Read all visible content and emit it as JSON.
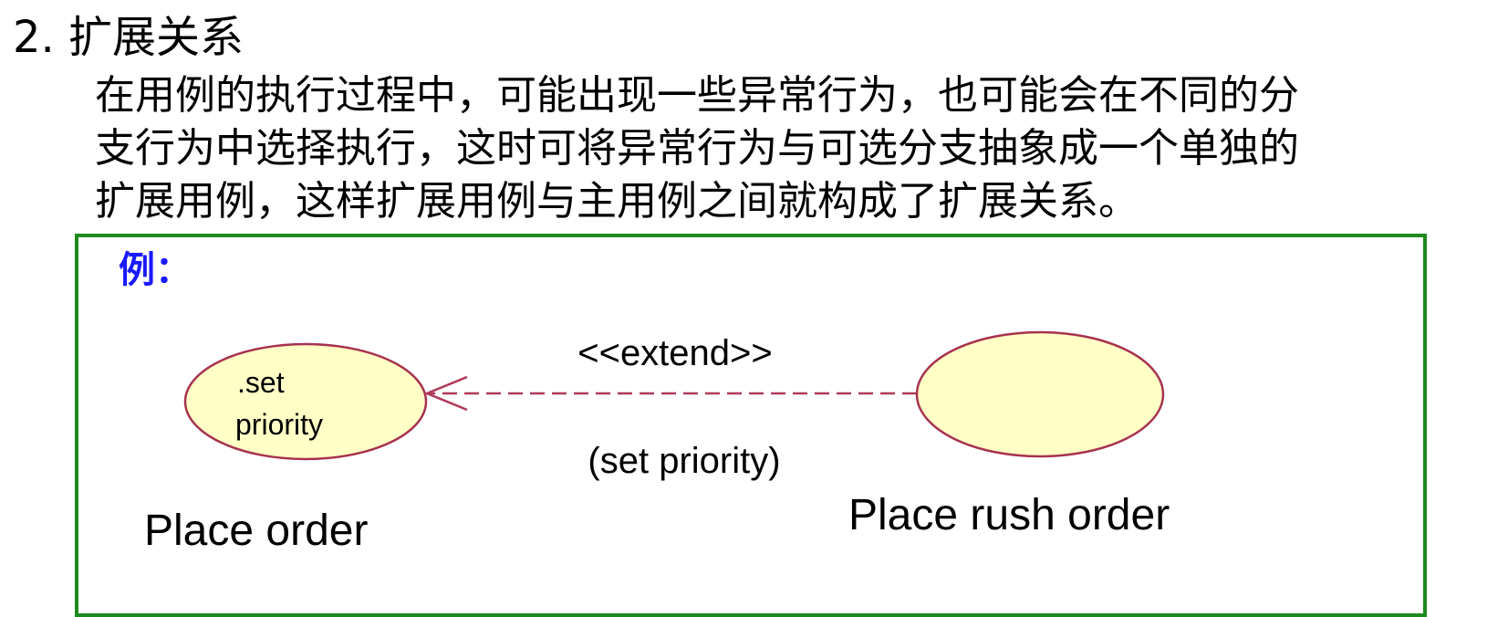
{
  "heading": "2. 扩展关系",
  "paragraph_lines": [
    "在用例的执行过程中，可能出现一些异常行为，也可能会在不同的分",
    "支行为中选择执行，这时可将异常行为与可选分支抽象成一个单独的",
    "扩展用例，这样扩展用例与主用例之间就构成了扩展关系。"
  ],
  "example_label": "例：",
  "diagram": {
    "base_use_case": {
      "inner_lines": [
        ".set",
        "priority"
      ],
      "name": "Place order"
    },
    "extending_use_case": {
      "name": "Place rush order"
    },
    "relation": {
      "stereotype": "<<extend>>",
      "condition": "(set priority)"
    }
  },
  "colors": {
    "frame": "#1e8a1e",
    "ellipse_fill": "#ffffc6",
    "ellipse_stroke": "#a8324e",
    "arrow": "#b03a5a",
    "example_label": "#1a1aff"
  }
}
